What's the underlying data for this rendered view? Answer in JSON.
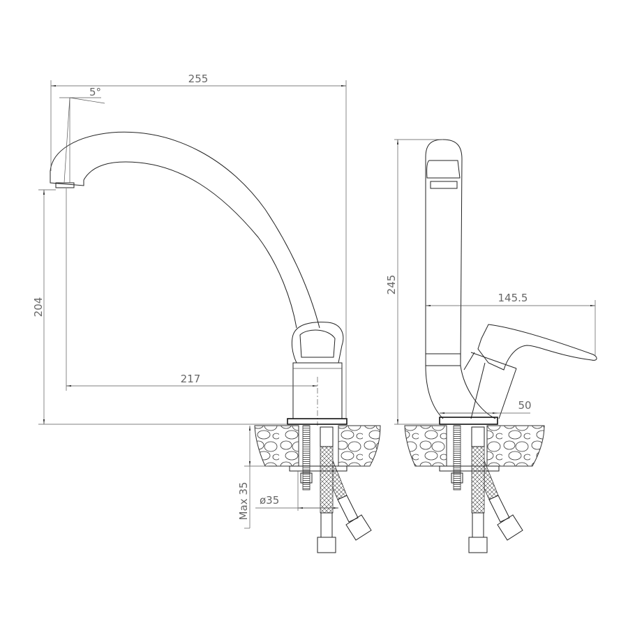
{
  "title": "Kitchen faucet dimension drawing",
  "dimensions": {
    "overall_reach": "255",
    "spout_angle": "5°",
    "spout_height": "204",
    "spout_reach": "217",
    "max_counter_thickness": "Max 35",
    "hole_diameter": "ø35",
    "total_height": "245",
    "lever_reach": "145.5",
    "base_diameter": "50"
  },
  "colors": {
    "line": "#222222",
    "dimension_text": "#666666",
    "background": "#ffffff"
  }
}
